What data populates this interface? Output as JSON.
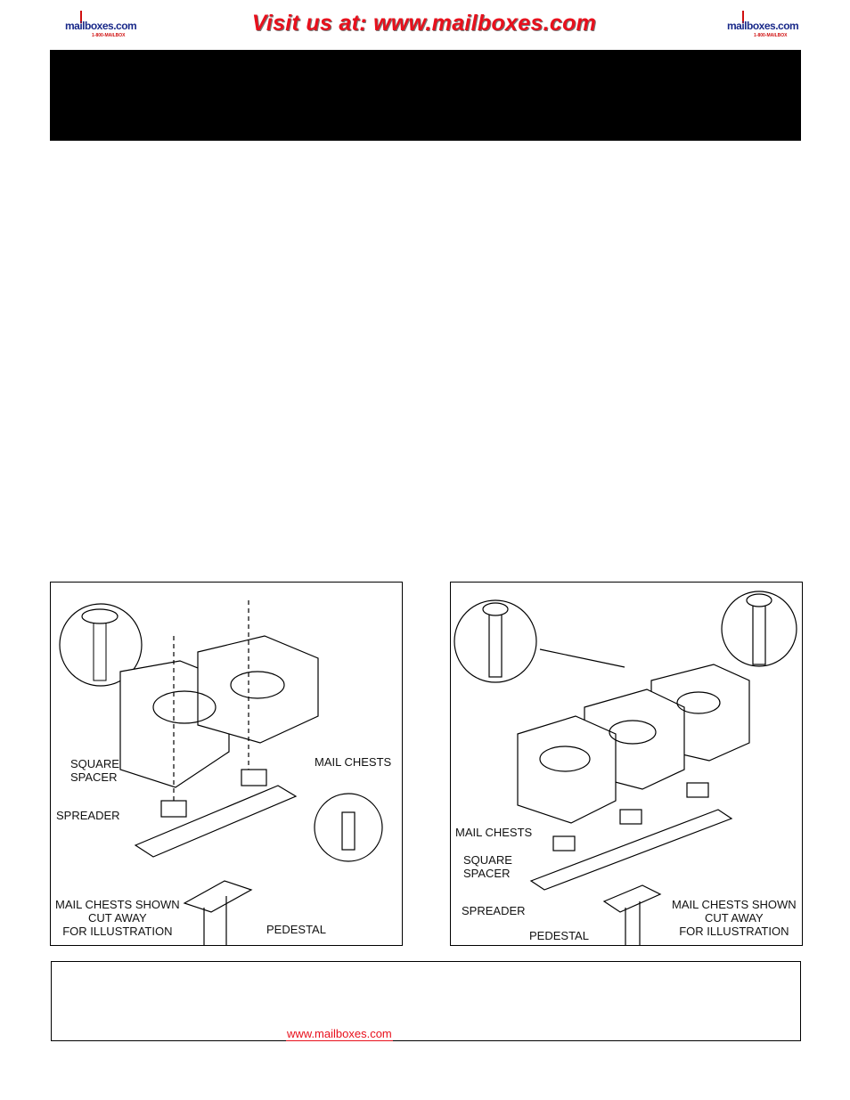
{
  "header": {
    "logo_left": {
      "text": "mailboxes.com",
      "phone": "1-800-MAILBOX"
    },
    "headline": "Visit us at: www.mailboxes.com",
    "logo_right": {
      "text": "mailboxes.com",
      "phone": "1-800-MAILBOX"
    },
    "accent_color": "#e8101c"
  },
  "figures": [
    {
      "labels": {
        "square_spacer": "SQUARE\nSPACER",
        "spreader": "SPREADER",
        "mail_chests": "MAIL CHESTS",
        "note": "MAIL CHESTS SHOWN\nCUT AWAY\nFOR ILLUSTRATION",
        "pedestal": "PEDESTAL"
      }
    },
    {
      "labels": {
        "mail_chests": "MAIL CHESTS",
        "square_spacer": "SQUARE\nSPACER",
        "spreader": "SPREADER",
        "pedestal": "PEDESTAL",
        "note": "MAIL CHESTS SHOWN\nCUT AWAY\nFOR ILLUSTRATION"
      }
    }
  ],
  "footer": {
    "link": "www.mailboxes.com"
  }
}
